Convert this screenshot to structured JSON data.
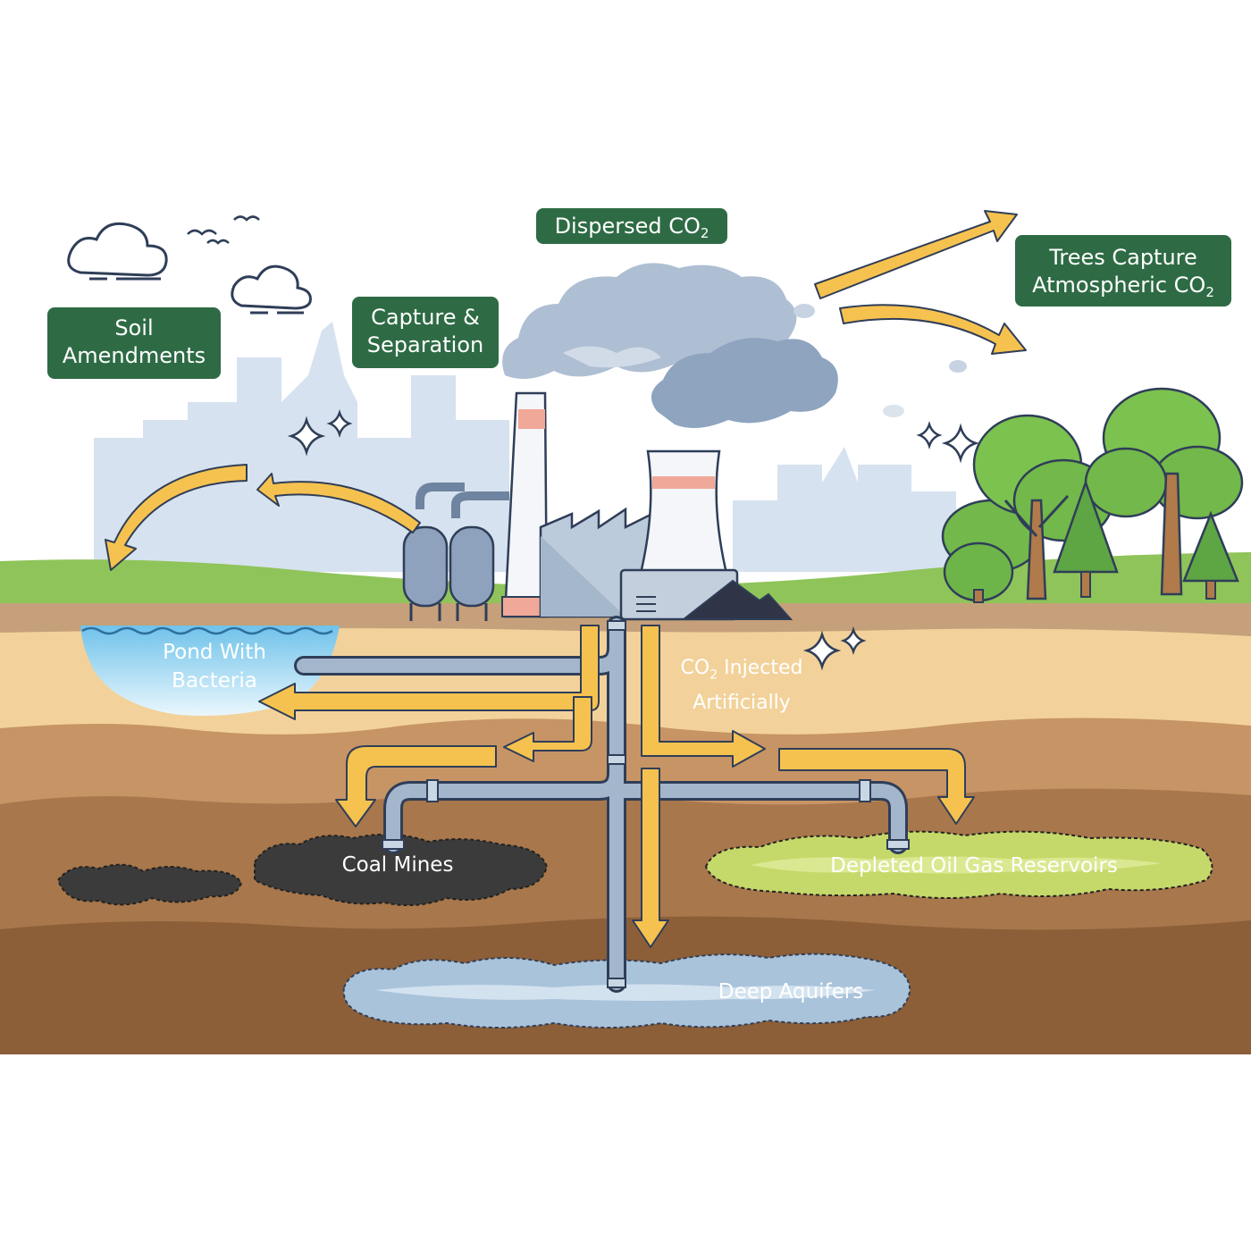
{
  "labels": {
    "dispersed_prefix": "Dispersed CO",
    "dispersed_sub": "2",
    "trees_line1": "Trees Capture",
    "trees_line2_prefix": "Atmospheric CO",
    "trees_line2_sub": "2",
    "soil_line1": "Soil",
    "soil_line2": "Amendments",
    "capture_line1": "Capture &",
    "capture_line2": "Separation",
    "pond_line1": "Pond With",
    "pond_line2": "Bacteria",
    "injected_prefix": "CO",
    "injected_sub": "2",
    "injected_rest": "Injected",
    "injected_line2": "Artificially",
    "coal": "Coal Mines",
    "oilgas": "Depleted Oil Gas Reservoirs",
    "aquifers": "Deep Aquifers"
  },
  "colors": {
    "label_bg": "#2e6b45",
    "arrow": "#f6c24f",
    "pipe": "#9fb2c8",
    "grass": "#8fc45a",
    "soil_top": "#f2d29a",
    "soil_mid": "#c79466",
    "soil_deep": "#8c5f39",
    "water": "#bfe3f5",
    "coal": "#3b3b3b",
    "oil_gas": "#cfe06a",
    "smoke": "#9eb2c8"
  },
  "icons": [
    "cloud-icon",
    "bird-icon",
    "sparkle-icon",
    "chimney-icon",
    "cooling-tower-icon",
    "factory-icon",
    "tree-icon",
    "pipe-icon",
    "arrow-icon"
  ]
}
